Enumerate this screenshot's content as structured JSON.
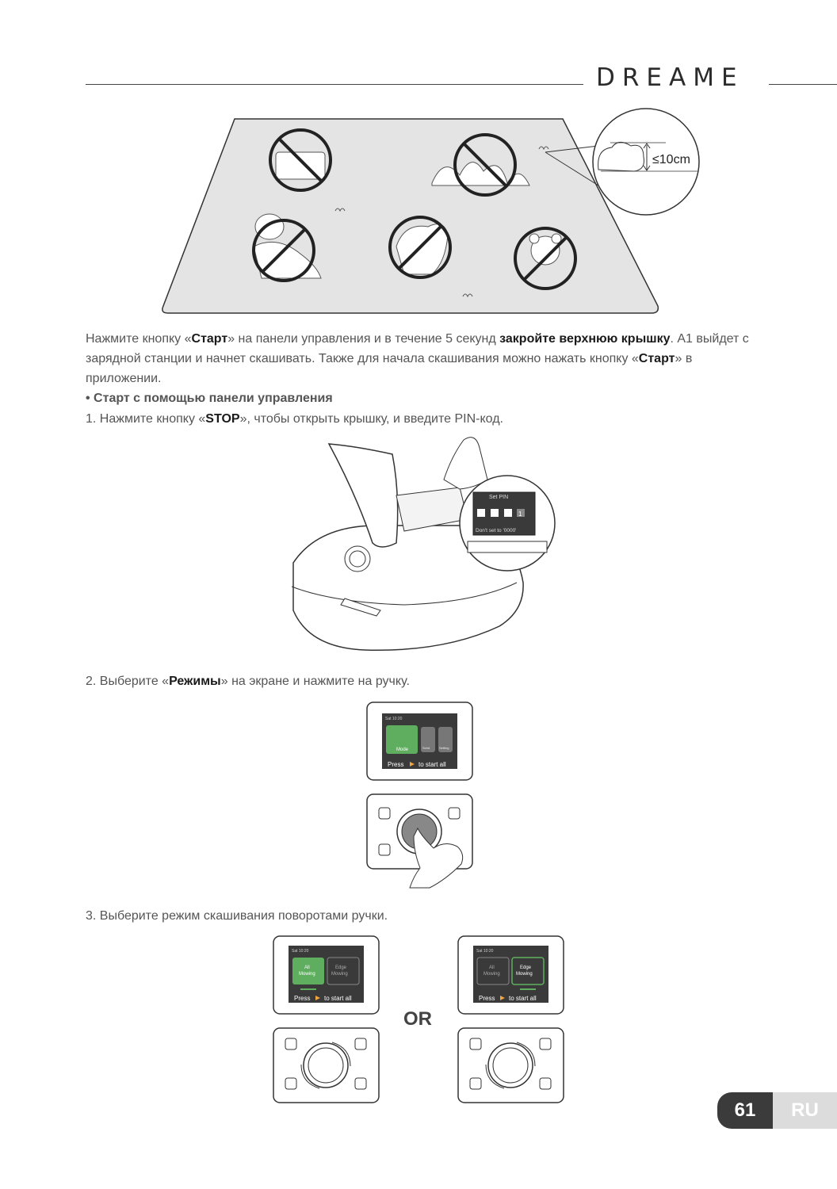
{
  "header": {
    "brand": "DREAME"
  },
  "illustration_1": {
    "height_label": "≤10cm"
  },
  "text": {
    "intro_1": "Нажмите кнопку «",
    "intro_start": "Старт",
    "intro_2": "» на панели управления и в течение 5 секунд ",
    "intro_close": "закройте верхнюю крышку",
    "intro_3": ". A1 выйдет с зарядной станции и начнет скашивать. Также для начала скашивания можно нажать кнопку «",
    "intro_start2": "Старт",
    "intro_4": "» в приложении.",
    "section_heading": "• Старт с помощью панели управления",
    "step1_a": "1. Нажмите кнопку «",
    "step1_b": "STOP",
    "step1_c": "», чтобы открыть крышку, и введите PIN-код.",
    "step2_a": "2. Выберите «",
    "step2_b": "Режимы",
    "step2_c": "» на экране и нажмите на ручку.",
    "step3": "3. Выберите режим скашивания поворотами ручки."
  },
  "pin_screen": {
    "title": "Set PIN",
    "digit": "1",
    "note": "Don't set to '0000'"
  },
  "mode_screen": {
    "status": "Sat 10:20",
    "mode_label": "Mode",
    "side1": "Schd",
    "side2": "Setting",
    "press_a": "Press",
    "press_b": "to start all"
  },
  "mowing_screens": {
    "status_left": "Sat 10:20",
    "status_right": "Sat 10:20",
    "all_line1": "All",
    "all_line2": "Mowing",
    "edge_line1": "Edge",
    "edge_line2": "Mowing",
    "press_a": "Press",
    "press_b": "to start all"
  },
  "or_label": "OR",
  "footer": {
    "page": "61",
    "lang": "RU"
  },
  "colors": {
    "green": "#5fae5f",
    "screen_bg": "#3a3a3a",
    "gray_area": "#e6e6e6"
  }
}
